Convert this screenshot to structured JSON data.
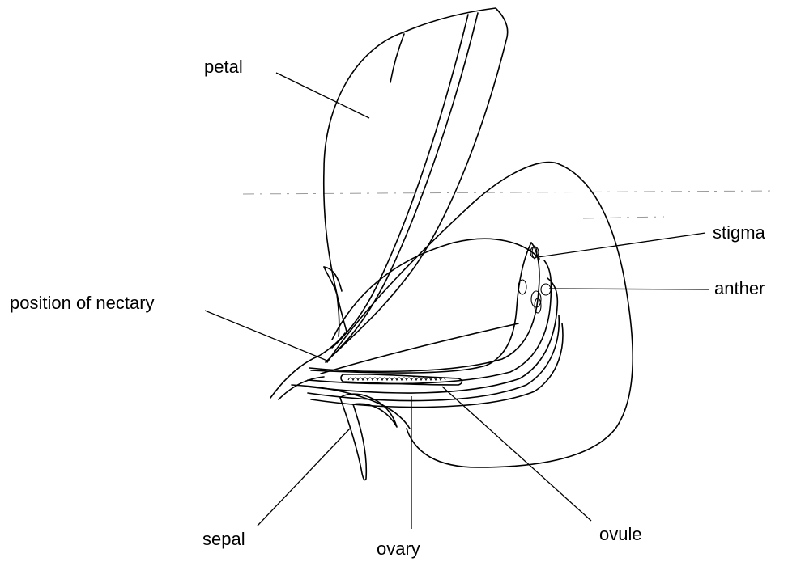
{
  "labels": {
    "petal": "petal",
    "stigma": "stigma",
    "anther": "anther",
    "nectary": "position of nectary",
    "sepal": "sepal",
    "ovary": "ovary",
    "ovule": "ovule"
  }
}
